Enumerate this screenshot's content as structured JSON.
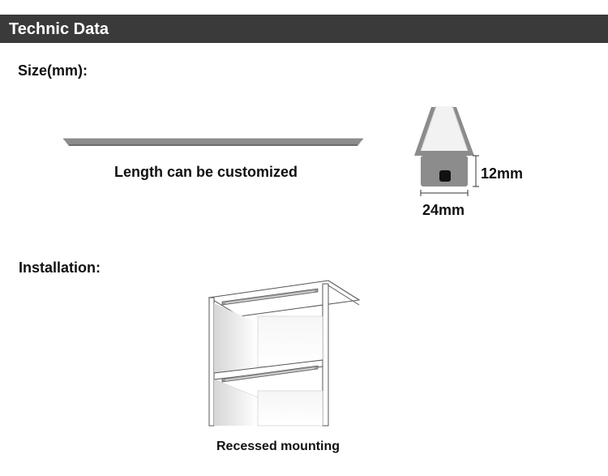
{
  "header": {
    "title": "Technic Data"
  },
  "size": {
    "heading": "Size(mm):",
    "length_caption": "Length can be customized",
    "height_label": "12mm",
    "width_label": "24mm"
  },
  "installation": {
    "heading": "Installation:",
    "caption": "Recessed mounting"
  },
  "colors": {
    "header_bg": "#3a3a3a",
    "profile_gray": "#8c8c8c",
    "diffuser": "#f2f2f2"
  }
}
